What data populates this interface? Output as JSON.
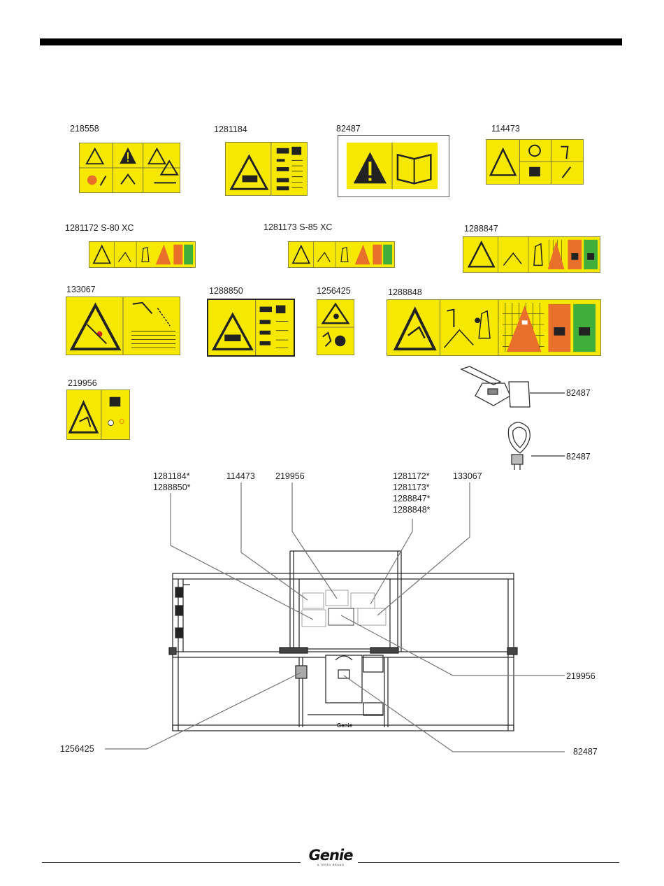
{
  "decal_labels": {
    "d218558": "218558",
    "d1281184": "1281184",
    "d82487": "82487",
    "d114473": "114473",
    "d1281172": "1281172 S-80 XC",
    "d1281173": "1281173 S-85 XC",
    "d1288847": "1288847",
    "d133067": "133067",
    "d1288850": "1288850",
    "d1256425": "1256425",
    "d1288848": "1288848",
    "d219956": "219956"
  },
  "callouts": {
    "c1281184": "1281184*",
    "c1288850": "1288850*",
    "c114473": "114473",
    "c219956_top": "219956",
    "c1281172": "1281172*",
    "c1281173": "1281173*",
    "c1288847": "1288847*",
    "c1288848": "1288848*",
    "c133067": "133067",
    "c82487_a": "82487",
    "c82487_b": "82487",
    "c219956_right": "219956",
    "c1256425": "1256425",
    "c82487_bottom": "82487"
  },
  "footer": {
    "brand": "Genie",
    "tagline": "A TEREX BRAND"
  },
  "colors": {
    "decal_yellow": "#f6e800",
    "decal_orange": "#e8702a",
    "decal_green": "#3fae3a",
    "ink": "#222222"
  }
}
